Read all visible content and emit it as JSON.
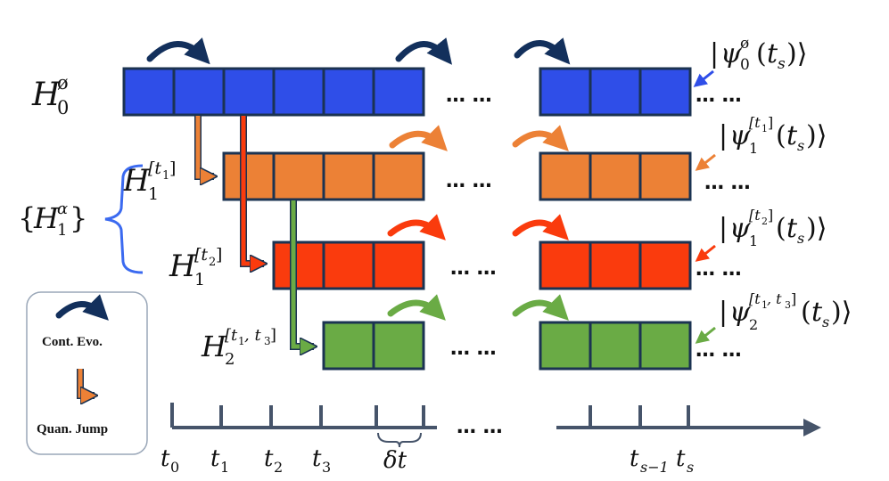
{
  "colors": {
    "blue": "#2f4ee8",
    "orange": "#ec8136",
    "red": "#fa3b0d",
    "green": "#6aab45",
    "border": "#1b3352",
    "evo_arrow_blue": "#13305c",
    "axis": "#46546a"
  },
  "rows": [
    {
      "color": "blue",
      "label": "H0 empty-set"
    },
    {
      "color": "orange",
      "label": "H1 [t1]"
    },
    {
      "color": "red",
      "label": "H1 [t2]"
    },
    {
      "color": "green",
      "label": "H2 [t1,t3]"
    }
  ],
  "ellipsis": "… …",
  "legend": {
    "cont_evo": "Cont. Evo.",
    "quan_jump": "Quan. Jump"
  },
  "axis_ticks": [
    "t0",
    "t1",
    "t2",
    "t3",
    "δt",
    "ts-1",
    "ts"
  ],
  "group_label": "{H1 alpha}"
}
